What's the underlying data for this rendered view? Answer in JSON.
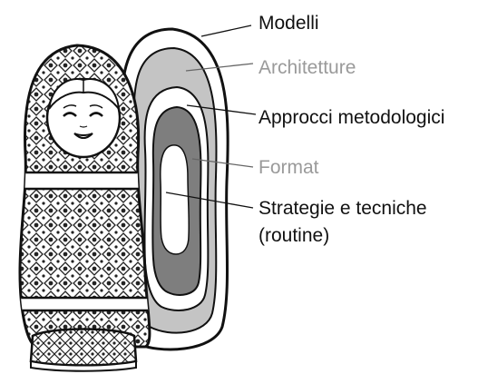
{
  "diagram": {
    "labels": [
      {
        "id": "modelli",
        "text": "Modelli",
        "color": "#111111"
      },
      {
        "id": "architetture",
        "text": "Architetture",
        "color": "#9a9a9a"
      },
      {
        "id": "approcci",
        "text": "Approcci metodologici",
        "color": "#111111"
      },
      {
        "id": "format",
        "text": "Format",
        "color": "#9a9a9a"
      },
      {
        "id": "strategie",
        "text": "Strategie e tecniche",
        "color": "#111111"
      },
      {
        "id": "strategie2",
        "text": "(routine)",
        "color": "#111111"
      }
    ],
    "layers": [
      {
        "id": "outer-white",
        "fill": "#ffffff"
      },
      {
        "id": "light-gray",
        "fill": "#c4c4c4"
      },
      {
        "id": "ring-white",
        "fill": "#ffffff"
      },
      {
        "id": "dark-gray",
        "fill": "#7e7e7e"
      },
      {
        "id": "core-white",
        "fill": "#ffffff"
      }
    ]
  }
}
